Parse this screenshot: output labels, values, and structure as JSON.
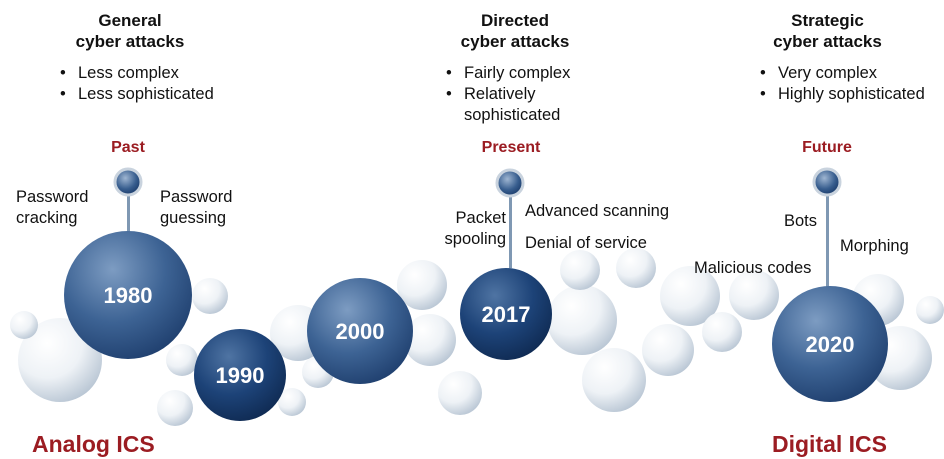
{
  "columns": [
    {
      "header_line1": "General",
      "header_line2": "cyber attacks",
      "bullets": [
        "Less complex",
        "Less sophisticated"
      ],
      "era": "Past"
    },
    {
      "header_line1": "Directed",
      "header_line2": "cyber attacks",
      "bullets": [
        "Fairly complex",
        "Relatively sophisticated"
      ],
      "era": "Present"
    },
    {
      "header_line1": "Strategic",
      "header_line2": "cyber attacks",
      "bullets": [
        "Very complex",
        "Highly sophisticated"
      ],
      "era": "Future"
    }
  ],
  "labels": {
    "password_cracking": "Password cracking",
    "password_guessing": "Password guessing",
    "packet_spooling": "Packet spooling",
    "advanced_scanning": "Advanced scanning",
    "denial_of_service": "Denial of service",
    "bots": "Bots",
    "morphing": "Morphing",
    "malicious_codes": "Malicious codes"
  },
  "years": [
    "1980",
    "1990",
    "2000",
    "2017",
    "2020"
  ],
  "footer": {
    "left": "Analog ICS",
    "right": "Digital ICS"
  },
  "colors": {
    "era_red": "#9b1c22",
    "dark_blue": "#1a3c6b",
    "light_bubble": "#dfe6ee"
  }
}
